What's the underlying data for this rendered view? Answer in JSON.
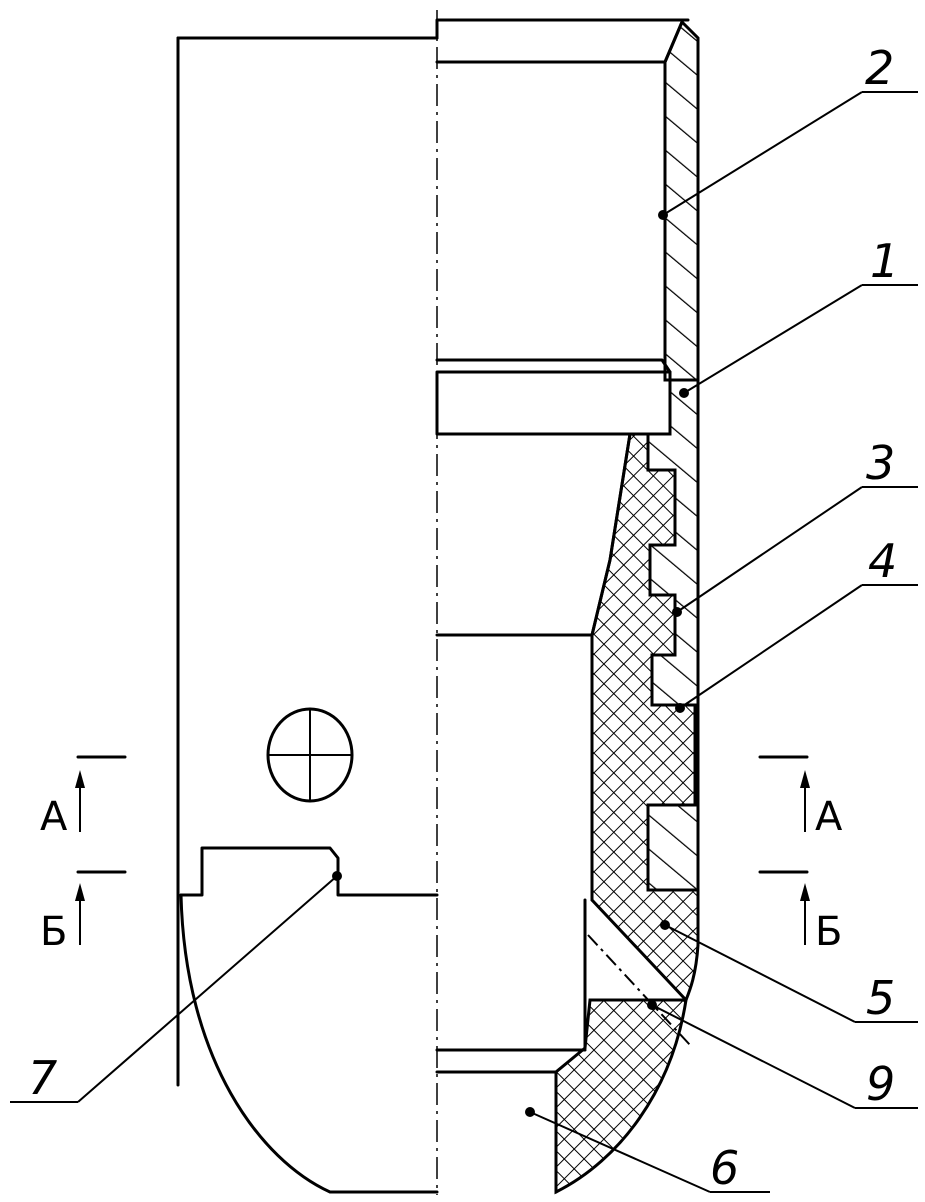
{
  "callouts": [
    {
      "id": "c2",
      "text": "2"
    },
    {
      "id": "c1",
      "text": "1"
    },
    {
      "id": "c3",
      "text": "3"
    },
    {
      "id": "c4",
      "text": "4"
    },
    {
      "id": "c5",
      "text": "5"
    },
    {
      "id": "c9",
      "text": "9"
    },
    {
      "id": "c6",
      "text": "6"
    },
    {
      "id": "c7",
      "text": "7"
    }
  ],
  "sections": {
    "a_left": "А",
    "a_right": "А",
    "b_left": "Б",
    "b_right": "Б"
  },
  "colors": {
    "ink": "#000000",
    "paper": "#ffffff"
  }
}
